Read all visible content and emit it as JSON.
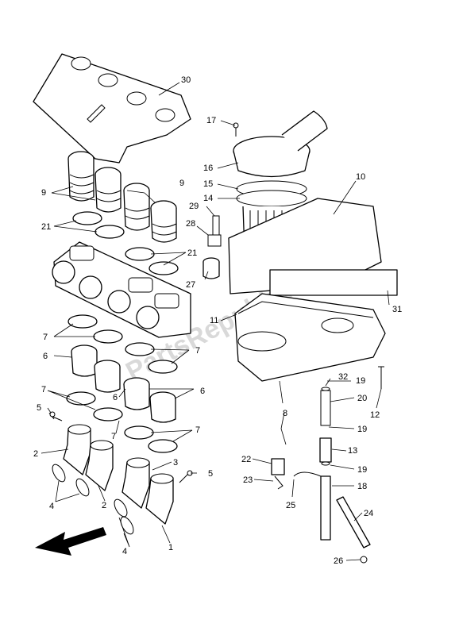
{
  "diagram": {
    "type": "exploded-parts-diagram",
    "subject": "intake / air filter assembly",
    "watermark": "PartsRepublik",
    "callouts": {
      "c1": "1",
      "c2a": "2",
      "c2b": "2",
      "c3": "3",
      "c4a": "4",
      "c4b": "4",
      "c5a": "5",
      "c5b": "5",
      "c6a": "6",
      "c6b": "6",
      "c6c": "6",
      "c7a": "7",
      "c7b": "7",
      "c7c": "7",
      "c7d": "7",
      "c7e": "7",
      "c8": "8",
      "c9a": "9",
      "c9b": "9",
      "c10": "10",
      "c11": "11",
      "c12": "12",
      "c13": "13",
      "c14": "14",
      "c15": "15",
      "c16": "16",
      "c17": "17",
      "c18": "18",
      "c19a": "19",
      "c19b": "19",
      "c19c": "19",
      "c20": "20",
      "c21a": "21",
      "c21b": "21",
      "c22": "22",
      "c23": "23",
      "c24": "24",
      "c25": "25",
      "c26": "26",
      "c27": "27",
      "c28": "28",
      "c29": "29",
      "c30": "30",
      "c31": "31",
      "c32": "32"
    }
  }
}
